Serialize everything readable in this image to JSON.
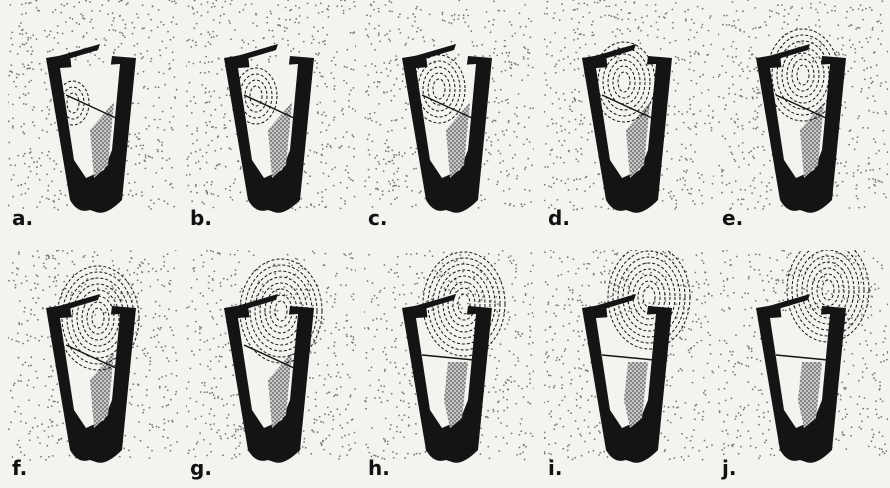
{
  "figure": {
    "panels": [
      {
        "label": "a.",
        "stage": 1
      },
      {
        "label": "b.",
        "stage": 2
      },
      {
        "label": "c.",
        "stage": 3
      },
      {
        "label": "d.",
        "stage": 4
      },
      {
        "label": "e.",
        "stage": 5
      },
      {
        "label": "f.",
        "stage": 6
      },
      {
        "label": "g.",
        "stage": 7
      },
      {
        "label": "h.",
        "stage": 8
      },
      {
        "label": "i.",
        "stage": 9
      },
      {
        "label": "j.",
        "stage": 10
      }
    ],
    "colors": {
      "paper": "#f4f3ef",
      "ink": "#141414",
      "stipple": "#777777"
    }
  }
}
